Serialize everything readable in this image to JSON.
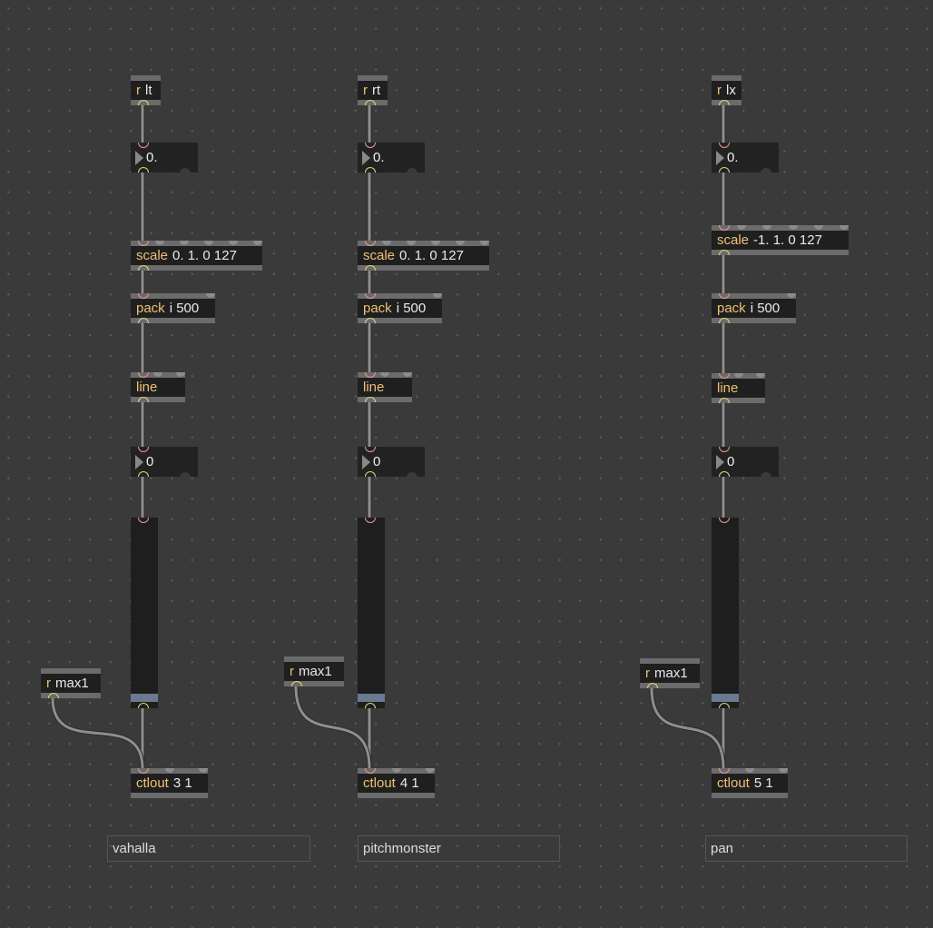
{
  "colors": {
    "background": "#3a3a3a",
    "class_name": "#f0c074",
    "slider_knob": "#6a7a90"
  },
  "columns": [
    {
      "receive": {
        "cls": "r",
        "arg": "lt"
      },
      "float": "0.",
      "scale": {
        "cls": "scale",
        "arg": "0. 1. 0 127"
      },
      "pack": {
        "cls": "pack",
        "arg": "i 500"
      },
      "line": {
        "cls": "line",
        "arg": ""
      },
      "int": "0",
      "slider_value": 0,
      "max": {
        "cls": "r",
        "arg": "max1"
      },
      "ctlout": {
        "cls": "ctlout",
        "arg": "3 1"
      },
      "comment": "vahalla"
    },
    {
      "receive": {
        "cls": "r",
        "arg": "rt"
      },
      "float": "0.",
      "scale": {
        "cls": "scale",
        "arg": "0. 1. 0 127"
      },
      "pack": {
        "cls": "pack",
        "arg": "i 500"
      },
      "line": {
        "cls": "line",
        "arg": ""
      },
      "int": "0",
      "slider_value": 0,
      "max": {
        "cls": "r",
        "arg": "max1"
      },
      "ctlout": {
        "cls": "ctlout",
        "arg": "4 1"
      },
      "comment": "pitchmonster"
    },
    {
      "receive": {
        "cls": "r",
        "arg": "lx"
      },
      "float": "0.",
      "scale": {
        "cls": "scale",
        "arg": "-1. 1. 0 127"
      },
      "pack": {
        "cls": "pack",
        "arg": "i 500"
      },
      "line": {
        "cls": "line",
        "arg": ""
      },
      "int": "0",
      "slider_value": 0,
      "max": {
        "cls": "r",
        "arg": "max1"
      },
      "ctlout": {
        "cls": "ctlout",
        "arg": "5 1"
      },
      "comment": "pan"
    }
  ]
}
